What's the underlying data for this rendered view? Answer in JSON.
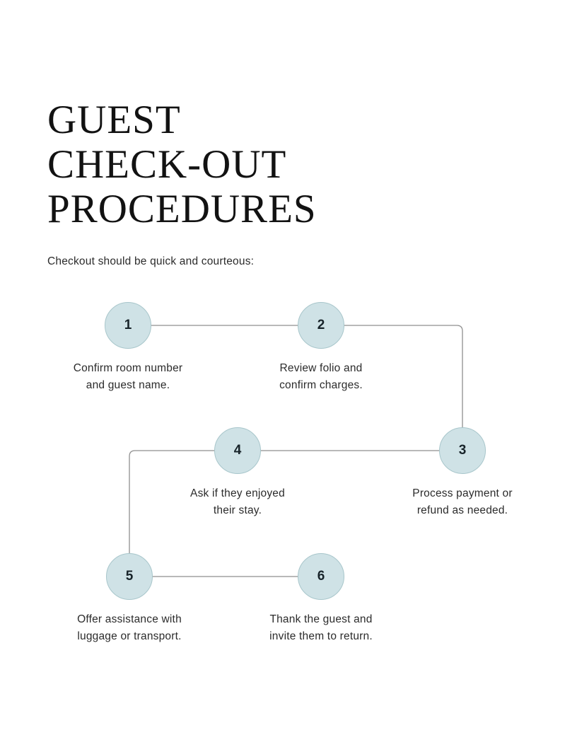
{
  "page": {
    "title_lines": [
      "GUEST",
      "CHECK-OUT",
      "PROCEDURES"
    ],
    "subtitle": "Checkout should be quick and courteous:"
  },
  "steps": [
    {
      "number": "1",
      "label_line1": "Confirm room number",
      "label_line2": "and guest name."
    },
    {
      "number": "2",
      "label_line1": "Review folio and",
      "label_line2": "confirm charges."
    },
    {
      "number": "3",
      "label_line1": "Process payment or",
      "label_line2": "refund as needed."
    },
    {
      "number": "4",
      "label_line1": "Ask if they enjoyed",
      "label_line2": "their stay."
    },
    {
      "number": "5",
      "label_line1": "Offer assistance with",
      "label_line2": "luggage or transport."
    },
    {
      "number": "6",
      "label_line1": "Thank the guest and",
      "label_line2": "invite them to return."
    }
  ],
  "colors": {
    "circle_fill": "#cfe2e6",
    "circle_border": "#a8c6cb",
    "connector_line": "#8f8f8f",
    "text": "#2b2b2b",
    "title": "#121212"
  }
}
